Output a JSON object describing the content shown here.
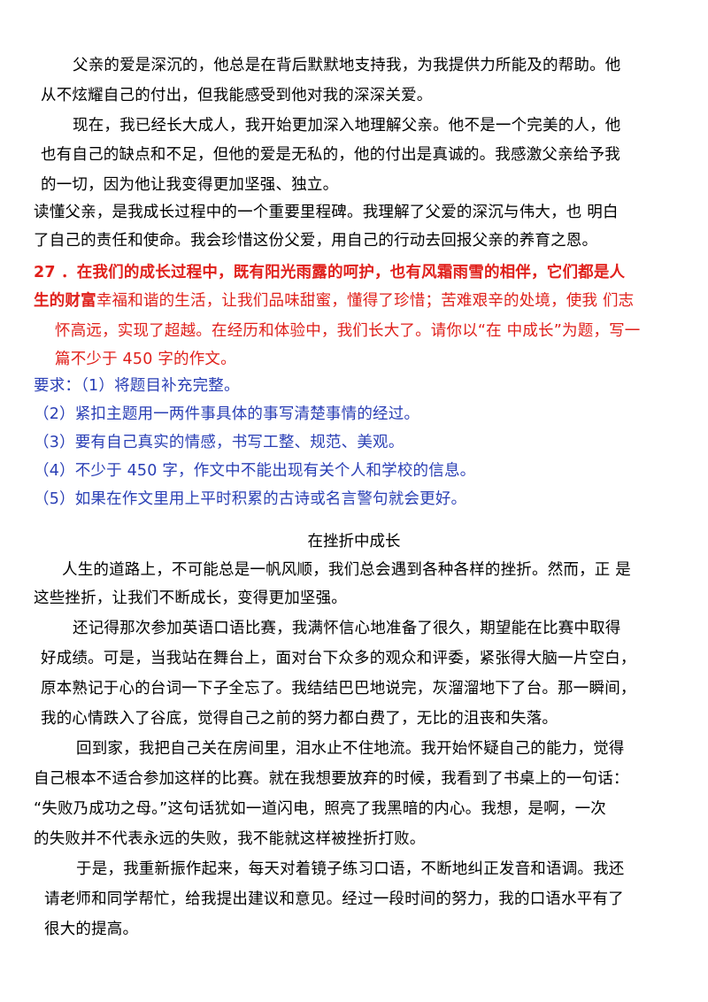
{
  "upper_essay": {
    "lines": [
      "父亲的爱是深沉的，他总是在背后默默地支持我，为我提供力所能及的帮助。他",
      "从不炫耀自己的付出，但我能感受到他对我的深深关爱。",
      "现在，我已经长大成人，我开始更加深入地理解父亲。他不是一个完美的人，他",
      "也有自己的缺点和不足，但他的爱是无私的，他的付出是真诚的。我感激父亲给予我",
      "的一切，因为他让我变得更加坚强、独立。",
      "读懂父亲，是我成长过程中的一个重要里程碑。我理解了父爱的深沉与伟大，也 明白",
      "了自己的责任和使命。我会珍惜这份父爱，用自己的行动去回报父亲的养育之恩。"
    ]
  },
  "question": {
    "line1": "27 ．在我们的成长过程中，既有阳光雨露的呵护，也有风霜雨雪的相伴，它们都是人",
    "line2_bold": "生的财富",
    "line2_rest": "幸福和谐的生活，让我们品味甜蜜，懂得了珍惜；苦难艰辛的处境，使我 们志",
    "line3": "怀高远，实现了超越。在经历和体验中，我们长大了。请你以“在 中成长”为题，写一",
    "line4": "篇不少于 450 字的作文。"
  },
  "requirements": [
    "要求：（1）将题目补充完整。",
    "（2）紧扣主题用一两件事具体的事写清楚事情的经过。",
    "（3）要有自己真实的情感，书写工整、规范、美观。",
    "（4）不少于 450 字，作文中不能出现有关个人和学校的信息。",
    "（5）如果在作文里用上平时积累的古诗或名言警句就会更好。"
  ],
  "essay": {
    "title": "在挫折中成长",
    "lines": [
      "人生的道路上，不可能总是一帆风顺，我们总会遇到各种各样的挫折。然而，正 是",
      "这些挫折，让我们不断成长，变得更加坚强。",
      "还记得那次参加英语口语比赛，我满怀信心地准备了很久，期望能在比赛中取得",
      "好成绩。可是，当我站在舞台上，面对台下众多的观众和评委，紧张得大脑一片空白，",
      "原本熟记于心的台词一下子全忘了。我结结巴巴地说完，灰溜溜地下了台。那一瞬间，",
      "我的心情跌入了谷底，觉得自己之前的努力都白费了，无比的沮丧和失落。",
      "回到家，我把自己关在房间里，泪水止不住地流。我开始怀疑自己的能力，觉得",
      "自己根本不适合参加这样的比赛。就在我想要放弃的时候，我看到了书桌上的一句话：",
      "“失败乃成功之母。”这句话犹如一道闪电，照亮了我黑暗的内心。我想，是啊，一次",
      "的失败并不代表永远的失败，我不能就这样被挫折打败。",
      "于是，我重新振作起来，每天对着镜子练习口语，不断地纠正发音和语调。我还",
      "请老师和同学帮忙，给我提出建议和意见。经过一段时间的努力，我的口语水平有了",
      "很大的提高。"
    ]
  },
  "colors": {
    "question_red": "#e0201b",
    "requirements_blue": "#2a3fb5",
    "body_text": "#000000"
  }
}
